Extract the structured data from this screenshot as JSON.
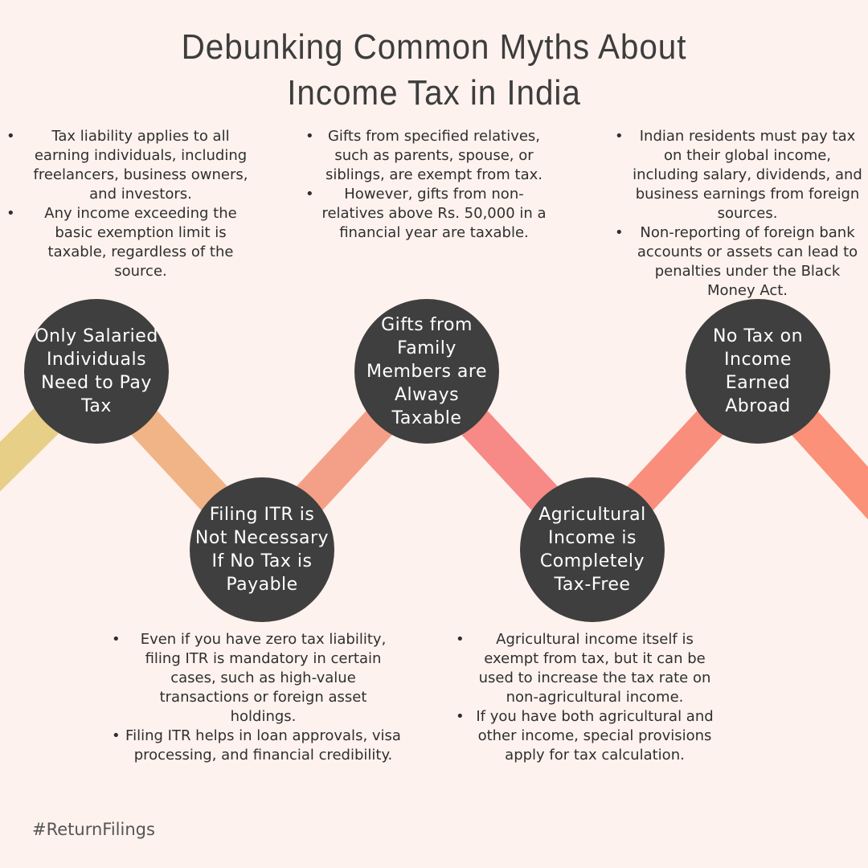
{
  "title": {
    "line1": "Debunking Common Myths About",
    "line2": "Income Tax in India"
  },
  "colors": {
    "background": "#fdf2ee",
    "circle": "#3f3f3f",
    "segment_1": "#e8cf88",
    "segment_2": "#f0b487",
    "segment_3": "#f4a088",
    "segment_4": "#f78a86",
    "segment_5": "#fa8e7c",
    "segment_6": "#fb9178"
  },
  "myths": [
    {
      "label": "Only Salaried Individuals Need to Pay Tax",
      "facts": [
        "Tax liability applies to all earning individuals, including freelancers, business owners, and investors.",
        "Any income exceeding the basic exemption limit is taxable, regardless of the source."
      ]
    },
    {
      "label": "Filing ITR is Not Necessary If No Tax is Payable",
      "facts": [
        "Even if you have zero tax liability, filing ITR is mandatory in certain cases, such as high-value transactions or foreign asset holdings.",
        "Filing ITR helps in loan approvals, visa processing, and financial credibility."
      ]
    },
    {
      "label": "Gifts from Family Members are Always Taxable",
      "facts": [
        "Gifts from specified relatives, such as parents, spouse, or siblings, are exempt from tax.",
        "However, gifts from non-relatives above Rs. 50,000 in a financial year are taxable."
      ]
    },
    {
      "label": "Agricultural Income is Completely Tax-Free",
      "facts": [
        "Agricultural income itself is exempt from tax, but it can be used to increase the tax rate on non-agricultural income.",
        "If you have both agricultural and other income, special provisions apply for tax calculation."
      ]
    },
    {
      "label": "No Tax on Income Earned Abroad",
      "facts": [
        "Indian residents must pay tax on their global income, including salary, dividends, and business earnings from foreign sources.",
        "Non-reporting of foreign bank accounts or assets can lead to penalties under the Black Money Act."
      ]
    }
  ],
  "bullet_glyph": "•",
  "footer": "#ReturnFilings"
}
